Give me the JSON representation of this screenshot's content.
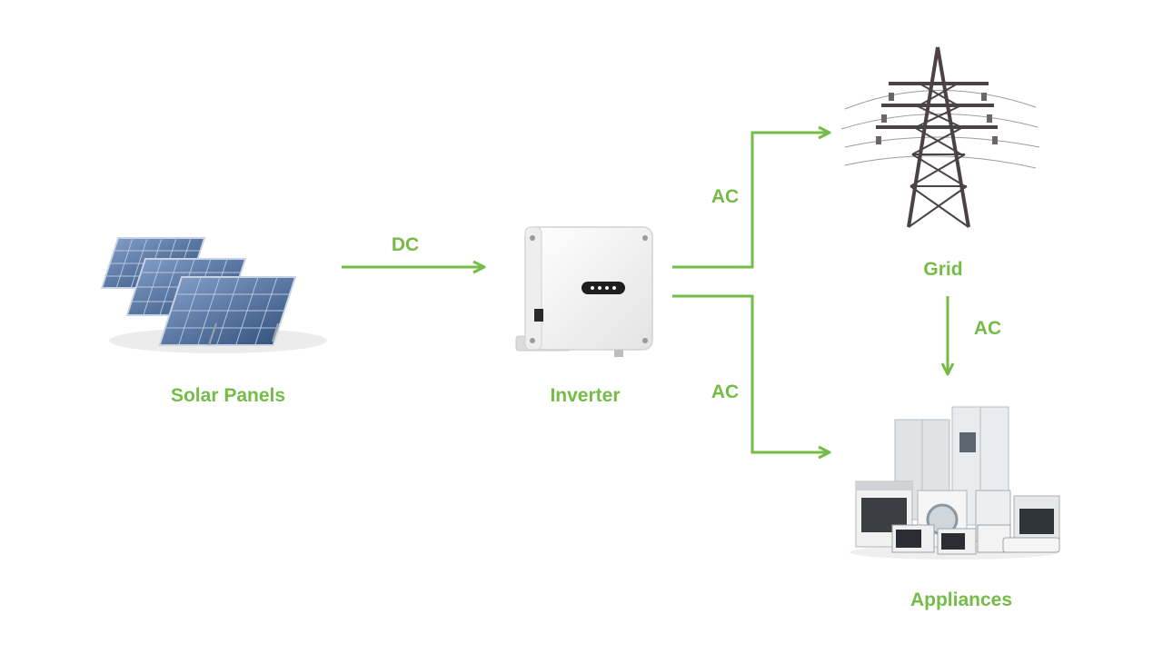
{
  "colors": {
    "accent": "#74bc46",
    "panel": "#3f5f8f",
    "tower": "#4a4246"
  },
  "nodes": {
    "solar": {
      "label": "Solar Panels",
      "icon": "solar-panels-icon"
    },
    "inverter": {
      "label": "Inverter",
      "icon": "inverter-icon"
    },
    "grid": {
      "label": "Grid",
      "icon": "transmission-tower-icon"
    },
    "appliances": {
      "label": "Appliances",
      "icon": "appliances-icon"
    }
  },
  "edges": {
    "dc": {
      "label": "DC"
    },
    "ac_grid": {
      "label": "AC"
    },
    "ac_appliances": {
      "label": "AC"
    },
    "ac_grid_to_appliances": {
      "label": "AC"
    }
  }
}
